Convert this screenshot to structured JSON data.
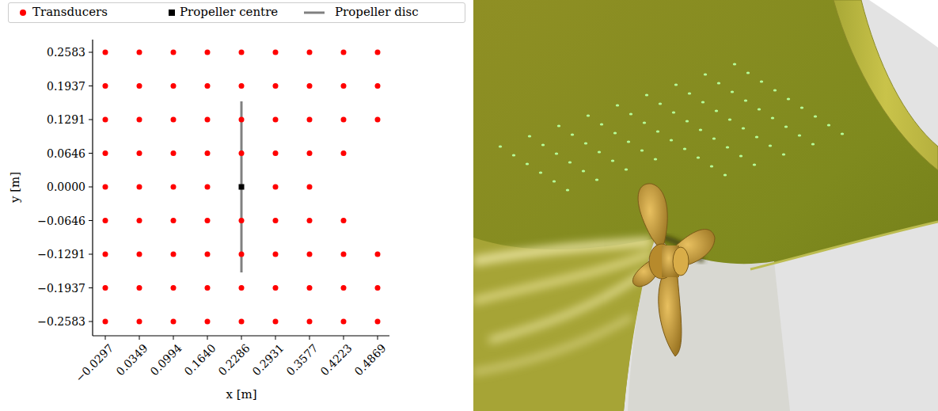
{
  "diagram": {
    "labels": [
      "0.2583",
      "0.1937",
      "0.1291",
      "0.0646",
      "0.0000",
      "−0.0646",
      "−0.1291",
      "−0.1937",
      "−0.2583",
      "−0.0297",
      "0.0349",
      "0.0994",
      "0.1640",
      "0.2286",
      "0.2931",
      "0.3577",
      "0.4223",
      "0.4869",
      "y [m]",
      "x [m]"
    ],
    "legend": [
      {
        "text": "Transducers",
        "color": "#ff0000"
      },
      {
        "text": "Propeller centre",
        "color": "#000000"
      },
      {
        "text": "Propeller disc"
      }
    ]
  }
}
